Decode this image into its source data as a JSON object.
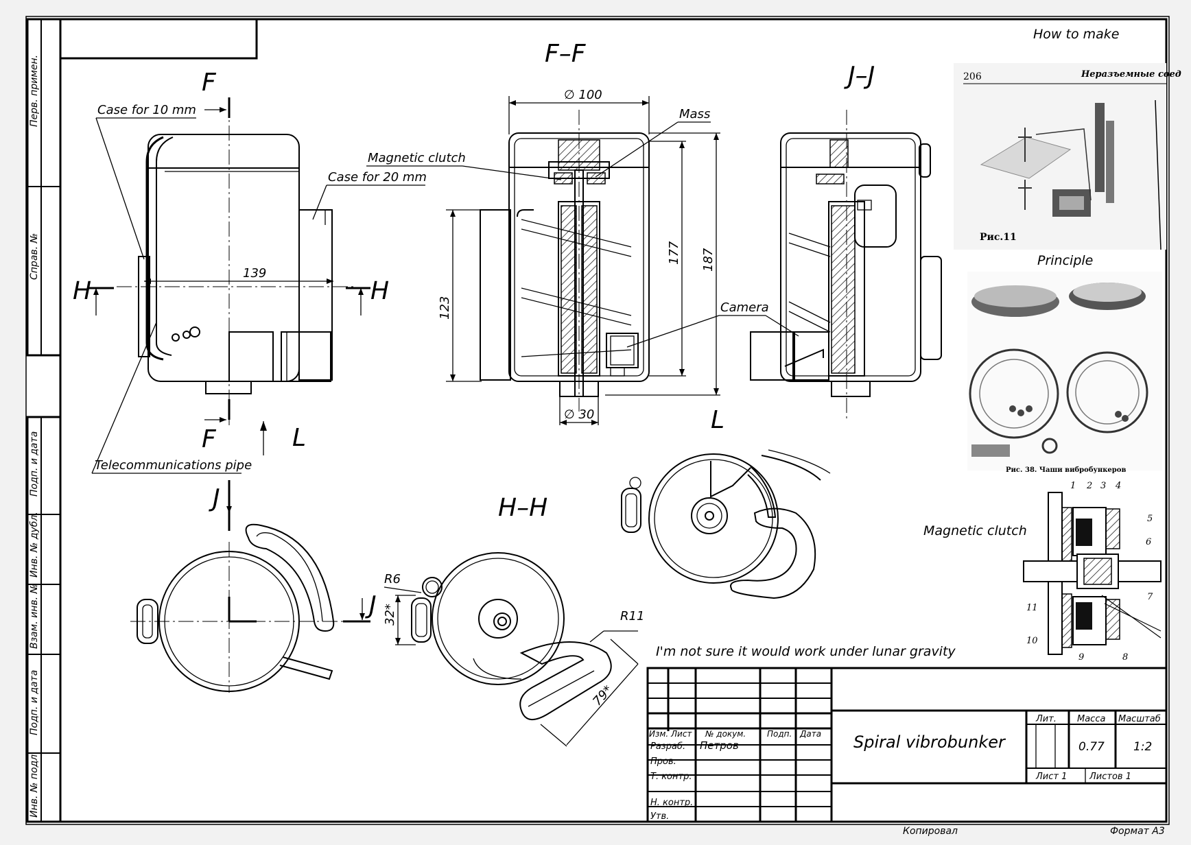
{
  "sheet": {
    "views": {
      "ff": "F–F",
      "jj": "J–J",
      "hh": "H–H",
      "f_top": "F",
      "f_bottom": "F",
      "h_left": "H",
      "h_right": "H",
      "j_top": "J",
      "j_right": "J",
      "l_left": "L",
      "l_right": "L"
    },
    "callouts": {
      "case10": "Case for 10 mm",
      "case20": "Case for 20 mm",
      "telecom": "Telecommunications pipe",
      "magnetic": "Magnetic clutch",
      "mass": "Mass",
      "camera": "Camera",
      "note": "I'm not sure it would work under lunar gravity"
    },
    "dimensions": {
      "d100": "∅ 100",
      "d30": "∅ 30",
      "d139": "139",
      "d123": "123",
      "d177": "177",
      "d187": "187",
      "r6": "R6",
      "r11": "R11",
      "d32": "32*",
      "d79": "79*"
    },
    "reference": {
      "how_to_make": "How to make",
      "page_no": "206",
      "page_header": "Неразъемные соед",
      "fig11": "Рис.11",
      "principle": "Principle",
      "fig38": "Рис. 38. Чаши вибробункеров",
      "magnetic_clutch": "Magnetic clutch",
      "part_numbers": [
        "1",
        "2",
        "3",
        "4",
        "5",
        "6",
        "7",
        "8",
        "9",
        "10",
        "11"
      ]
    },
    "left_stamp": [
      "Перв. примен.",
      "Справ. №",
      "Подп. и дата",
      "Инв. № дубл.",
      "Взам. инв. №",
      "Подп. и дата",
      "Инв. № подл."
    ],
    "title_block": {
      "title": "Spiral vibrobunker",
      "headers": [
        "Изм.",
        "Лист",
        "№ докум.",
        "Подп.",
        "Дата"
      ],
      "roles": [
        "Разраб.",
        "Пров.",
        "Т. контр.",
        "Н. контр.",
        "Утв."
      ],
      "developer": "Петров",
      "lit": "Лит.",
      "mass_label": "Масса",
      "scale_label": "Масштаб",
      "mass": "0.77",
      "scale": "1:2",
      "sheet": "Лист 1",
      "sheets": "Листов 1",
      "copied": "Копировал",
      "format": "Формат А3"
    }
  }
}
